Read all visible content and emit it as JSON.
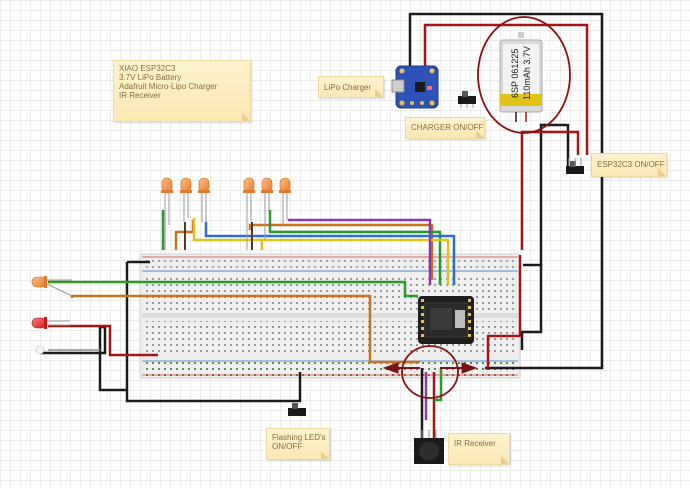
{
  "notes": {
    "components": {
      "lines": [
        "XIAO ESP32C3",
        "3.7V LiPo Battery",
        "Adafruit Micro-Lipo Charger",
        "IR Receiver"
      ]
    },
    "lipo_charger": {
      "lines": [
        "LiPo Charger"
      ]
    },
    "charger_switch": {
      "lines": [
        "CHARGER ON/OFF"
      ]
    },
    "esp_switch": {
      "lines": [
        "ESP32C3 ON/OFF"
      ]
    },
    "leds_switch": {
      "lines": [
        "Flashing LED's",
        "ON/OFF"
      ]
    },
    "ir_receiver": {
      "lines": [
        "IR Receiver"
      ]
    }
  },
  "battery": {
    "label_line1": "6SP 061225",
    "label_line2": "110mAh 3.7V"
  },
  "colors": {
    "wire_black": "#1a1a1a",
    "wire_red": "#a61515",
    "wire_green": "#2a9a2a",
    "wire_orange": "#c8721f",
    "wire_yellow": "#e0c21a",
    "wire_purple": "#8c3aa0",
    "wire_blue": "#2a6fd1",
    "wire_gray": "#8a8a8a",
    "highlight_circle": "#8b1010",
    "breadboard": "#eeeeee",
    "charger_board": "#2f52b8",
    "xiao_board": "#222222",
    "led_orange": "#f39a4a",
    "led_red": "#e53030",
    "note_text": "#8a6d3b"
  }
}
